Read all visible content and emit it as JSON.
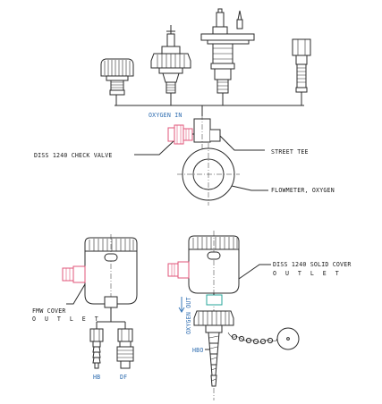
{
  "labels": {
    "oxygen_in": "OXYGEN IN",
    "check_valve": "DISS 1240 CHECK VALVE",
    "street_tee": "STREET TEE",
    "flowmeter": "FLOWMETER, OXYGEN",
    "solid_cover": "DISS 1240 SOLID COVER",
    "solid_cover_outlet": "O U T L E T",
    "fmw_cover": "FMW COVER",
    "fmw_outlet": "O U T L E T",
    "hb_left": "HB",
    "df": "DF",
    "oxygen_out": "OXYGEN OUT",
    "hb_right": "HBO"
  },
  "colors": {
    "line": "#2b2b2b",
    "valve": "#e0557a",
    "label_accent": "#2f6db0",
    "fitting": "#26a69a"
  }
}
